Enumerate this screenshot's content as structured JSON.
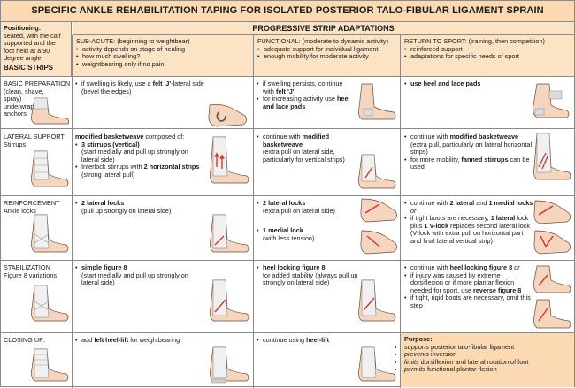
{
  "title": "SPECIFIC ANKLE REHABILITATION TAPING FOR ISOLATED POSTERIOR TALO-FIBULAR LIGAMENT SPRAIN",
  "positioning": {
    "label": "Positioning:",
    "text": "seated, with the calf supported and the foot held at a 90 degree angle"
  },
  "basic_strips": "BASIC STRIPS",
  "progressive_header": "PROGRESSIVE STRIP ADAPTATIONS",
  "phases": {
    "subacute": {
      "title": "SUB-ACUTE: (beginning to weightbear)",
      "bullets": [
        "activity depends on stage of healing",
        "how much swelling?",
        "weightbearing only if no pain!"
      ]
    },
    "functional": {
      "title": "FUNCTIONAL: (moderate to dynamic activity)",
      "bullets": [
        "adequate support for individual ligament",
        "enough mobility for moderate activity"
      ]
    },
    "return": {
      "title": "RETURN TO SPORT: (training, then competition)",
      "bullets": [
        "reinforced support",
        "adaptations for specific needs of sport"
      ]
    }
  },
  "rows": {
    "basic": {
      "label": "BASIC PREPARATION",
      "sub": "(clean, shave, spray) underwrap anchors",
      "subacute": {
        "pre": "if swelling is likely, use a ",
        "bold": "felt 'J'",
        "post": "-lateral side (bevel the edges)"
      },
      "functional": {
        "pre": "if swelling persists, continue with ",
        "bold": "felt 'J'",
        "mid": "for increasing activity use ",
        "bold2": "heel and lace pads"
      },
      "return": {
        "bold": "use heel and lace pads"
      }
    },
    "lateral": {
      "label": "LATERAL SUPPORT",
      "sub": "Stirrups",
      "subacute": {
        "head": "modified basketweave",
        "head_post": " composed of:",
        "b1": "3 stirrups (vertical)",
        "b1_note": "(start medially and pull up strongly on lateral side)",
        "b2_pre": "Interlock stirrups with ",
        "b2_bold": "2 horizontal strips",
        "b2_post": " (strong lateral pull)"
      },
      "functional": {
        "pre": "continue with ",
        "bold": "modified basketweave",
        "post": "(extra pull on lateral side, particularly for vertical strips)"
      },
      "return": {
        "pre": "continue with ",
        "bold": "modified basketweave",
        "post": "(extra pull, particularly on lateral horizontal strips)",
        "b2_pre": "for more mobility, ",
        "b2_bold": "fanned stirrups",
        "b2_post": " can be used"
      }
    },
    "reinforcement": {
      "label": "REINFORCEMENT",
      "sub": "Ankle locks",
      "subacute": {
        "bold": "2 lateral locks",
        "post": "(pull up strongly on lateral side)"
      },
      "functional": {
        "bold": "2 lateral locks",
        "post": "(extra pull on lateral side)",
        "b2_bold": "1 medial lock",
        "b2_post": "(with less tension)"
      },
      "return": {
        "b1_pre": "continue with ",
        "b1_bold": "2 lateral",
        "b1_mid": " and ",
        "b1_bold2": "1 medial locks",
        "b1_post": " or",
        "b2": "if tight boots are necessary, ",
        "b2_bold": "1 lateral",
        "b2_mid": " lock plus ",
        "b2_bold2": "1 V-lock",
        "b2_post": " replaces second lateral lock (V-lock with extra pull on horizontal part and final lateral vertical strip)"
      }
    },
    "stabilization": {
      "label": "STABILIZATION",
      "sub": "Figure 8 variations",
      "subacute": {
        "bold": "simple figure 8",
        "post": "(start medially and pull up strongly on lateral side)"
      },
      "functional": {
        "bold": "heel locking figure 8",
        "post": "for added stability (always pull up strongly on lateral side)"
      },
      "return": {
        "b1_pre": "continue with ",
        "b1_bold": "heel locking figure 8",
        "b1_post": " or",
        "b2": "if injury was caused by extreme dorsiflexion or if more plantar flexion needed for sport, use ",
        "b2_bold": "reverse figure 8",
        "b3": "if tight, rigid boots are necessary, omit this step"
      }
    },
    "closing": {
      "label": "CLOSING UP:",
      "subacute": {
        "pre": "add ",
        "bold": "felt heel-lift",
        "post": " for weightbearing"
      },
      "functional": {
        "pre": "continue using ",
        "bold": "heel-lift"
      }
    }
  },
  "purpose": {
    "title": "Purpose:",
    "items": [
      {
        "em": "supports",
        "rest": " posterior talo-fibular ligament"
      },
      {
        "em": "prevents",
        "rest": " inversion"
      },
      {
        "em": "limits",
        "rest": " dorsiflexion and lateral rotation of foot"
      },
      {
        "em": "permits",
        "rest": " functional plantar flexion"
      }
    ]
  },
  "colors": {
    "header_bg": "#fbd9b3",
    "subheader_bg": "#fbe3c4",
    "tape_arrow": "#d4362f"
  }
}
